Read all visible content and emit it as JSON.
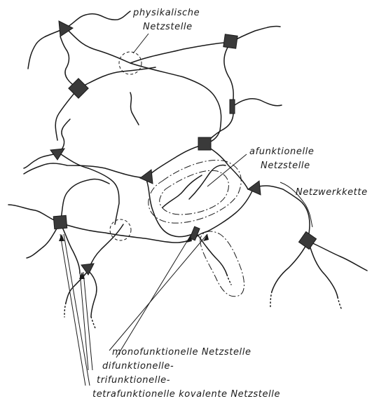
{
  "labels": {
    "physical_line1": "physikalische",
    "physical_line2": "Netzstelle",
    "afunctional_line1": "afunktionelle",
    "afunctional_line2": "Netzstelle",
    "network_chain": "Netzwerkkette",
    "monofunctional": "monofunktionelle Netzstelle",
    "difunctional": "difunktionelle-",
    "trifunctional": "trifunktionelle-",
    "tetrafunctional": "tetrafunktionelle kovalente Netzstelle"
  }
}
